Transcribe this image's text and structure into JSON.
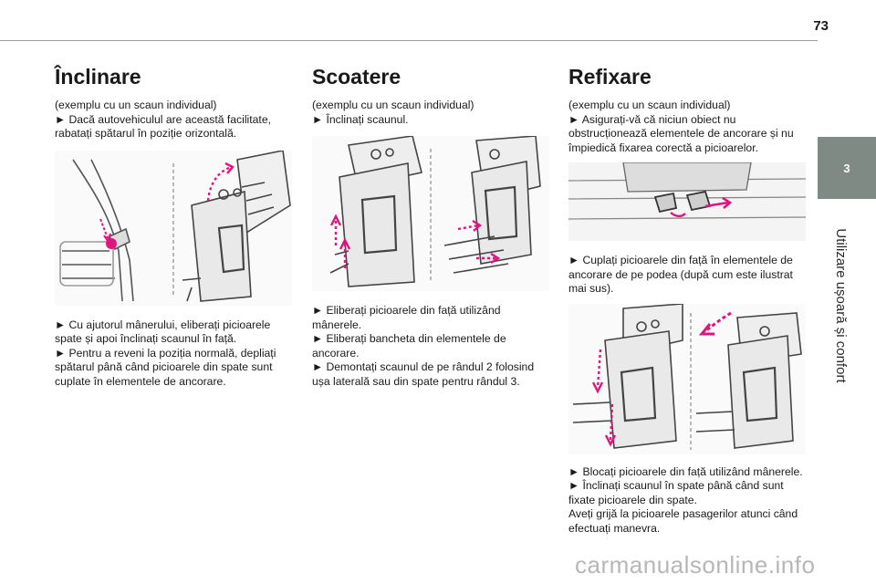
{
  "page": {
    "number": "73",
    "chapter_number": "3",
    "chapter_title": "Utilizare ușoară și confort"
  },
  "sections": [
    {
      "title": "Înclinare",
      "intro": "(exemplu cu un scaun individual)",
      "before_lines": [
        "► Dacă autovehiculul are această facilitate, rabatați spătarul în poziție orizontală."
      ],
      "after_lines": [
        "► Cu ajutorul mânerului, eliberați picioarele spate și apoi înclinați scaunul în față.",
        "► Pentru a reveni la poziția normală, depliați spătarul până când picioarele din spate sunt cuplate în elementele de ancorare."
      ]
    },
    {
      "title": "Scoatere",
      "intro": "(exemplu cu un scaun individual)",
      "before_lines": [
        "► Înclinați scaunul."
      ],
      "after_lines": [
        "► Eliberați picioarele din față utilizând mânerele.",
        "► Eliberați bancheta din elementele de ancorare.",
        "► Demontați scaunul de pe rândul 2 folosind ușa laterală sau din spate pentru rândul 3."
      ]
    },
    {
      "title": "Refixare",
      "intro": "(exemplu cu un scaun individual)",
      "before_lines": [
        "► Asigurați-vă că niciun obiect nu obstrucționează elementele de ancorare și nu împiedică fixarea corectă a picioarelor."
      ],
      "middle_lines": [
        "► Cuplați picioarele din față în elementele de ancorare de pe podea (după cum este ilustrat mai sus)."
      ],
      "after_lines": [
        "► Blocați picioarele din față utilizând mânerele.",
        "► Înclinați scaunul în spate până când sunt fixate picioarele din spate.",
        "Aveți grijă la picioarele pasagerilor atunci când efectuați manevra."
      ]
    }
  ],
  "watermark": "carmanualsonline.info",
  "colors": {
    "accent": "#e0147f",
    "tab": "#7f8a84",
    "rule": "#9a9a9a"
  }
}
